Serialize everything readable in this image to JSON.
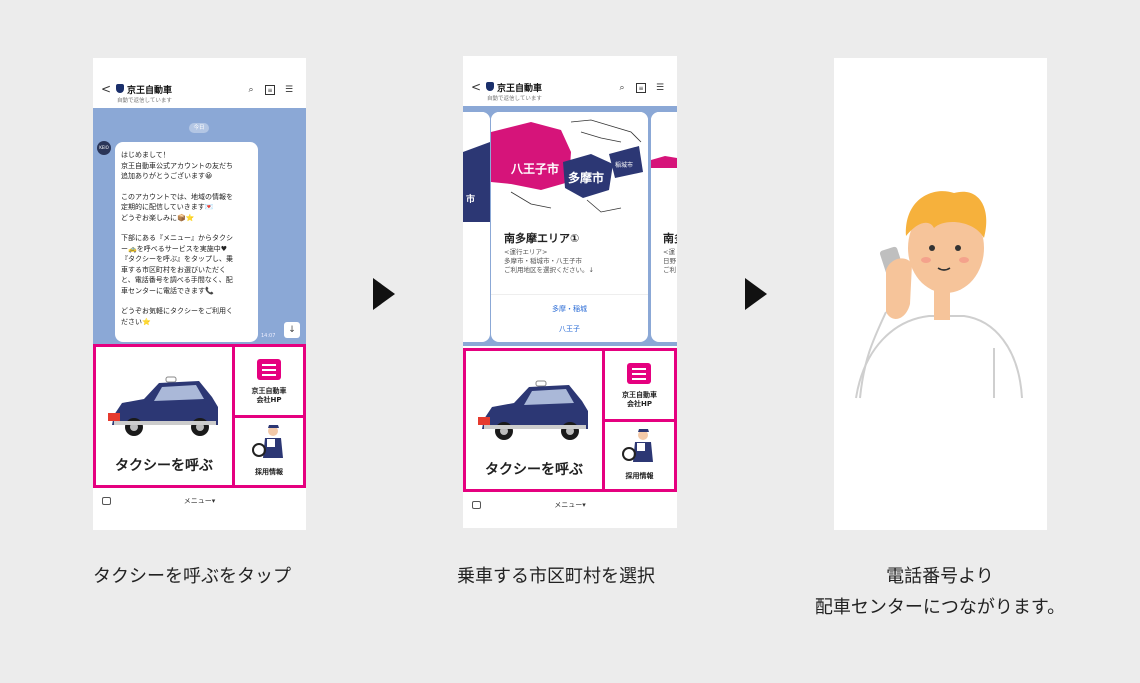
{
  "header": {
    "account_name": "京王自動車",
    "status_text": "自動で返信しています"
  },
  "chat": {
    "date_badge": "今日",
    "avatar_text": "KEIO",
    "message_paragraphs": [
      "はじめまして！\n京王自動車公式アカウントの友だち\n追加ありがとうございます😀",
      "このアカウントでは、地域の情報を\n定期的に配信していきます💌\nどうぞお楽しみに📦⭐",
      "下部にある『メニュー』からタクシ\nー🚕を呼べるサービスを実施中♥\n『タクシーを呼ぶ』をタップし、乗\n車する市区町村をお選びいただく\nと、電話番号を調べる手間なく、配\n車センターに電話できます📞",
      "どうぞお気軽にタクシーをご利用く\nださい⭐"
    ],
    "time": "14:07"
  },
  "menu": {
    "call_taxi_label": "タクシーを呼ぶ",
    "company_hp_label": "京王自動車\n会社HP",
    "recruit_label": "採用情報",
    "bottom_menu_label": "メニュー▾"
  },
  "carousel": {
    "map_labels": {
      "hachioji": "八王子市",
      "tama": "多摩市",
      "inagi": "稲城市",
      "left_partial": "市"
    },
    "card": {
      "title": "南多摩エリア①",
      "body": "<運行エリア>\n多摩市・稲城市・八王子市\nご利用地区を選択ください。↓",
      "option_1": "多摩・稲城",
      "option_2": "八王子"
    },
    "next_card": {
      "title_partial": "南多",
      "body_partial": "<運\n日野\nご利"
    }
  },
  "captions": {
    "step1": "タクシーを呼ぶをタップ",
    "step2": "乗車する市区町村を選択",
    "step3_line1": "電話番号より",
    "step3_line2": "配車センターにつながります。"
  },
  "colors": {
    "brand_magenta": "#e5007f",
    "chat_background": "#8ba8d6",
    "navy": "#1a2f6b",
    "page_background": "#ececec"
  }
}
